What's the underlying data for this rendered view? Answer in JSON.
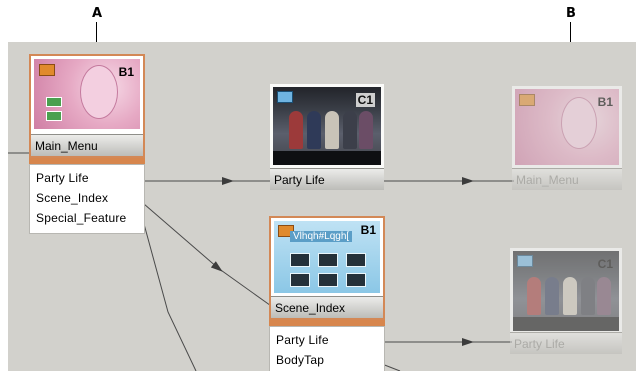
{
  "callouts": {
    "a": "A",
    "b": "B"
  },
  "colors": {
    "canvas": "#d2d1cc",
    "selection_border": "#d38856",
    "menu_bar": "#d7864d",
    "wire": "#4a4a4a"
  },
  "tiles": {
    "main_menu": {
      "badge": "B1",
      "caption": "Main_Menu",
      "icon": "menu-tile-thumbnail-pink"
    },
    "party_life": {
      "badge": "C1",
      "caption": "Party Life",
      "icon": "video-tile-thumbnail"
    },
    "main_menu_ref": {
      "badge": "B1",
      "caption": "Main_Menu"
    },
    "scene_index": {
      "badge": "B1",
      "caption": "Scene_Index",
      "thumb_text": "Vlhqh#Lqgh["
    },
    "party_life_ref": {
      "badge": "C1",
      "caption": "Party Life"
    }
  },
  "main_menu_buttons": [
    "Party Life",
    "Scene_Index",
    "Special_Feature"
  ],
  "scene_index_buttons": [
    "Party Life",
    "BodyTap"
  ]
}
